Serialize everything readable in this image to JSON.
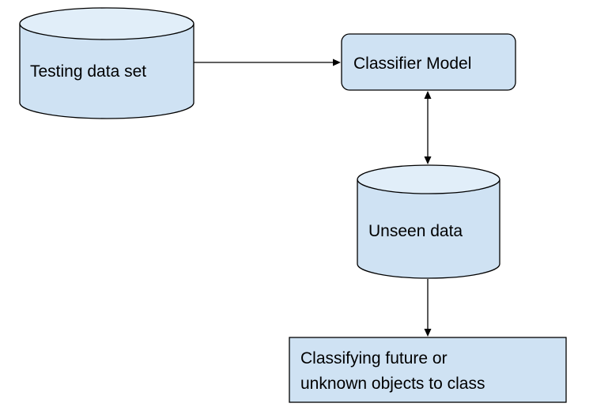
{
  "nodes": {
    "testing_data_set": "Testing data set",
    "classifier_model": "Classifier Model",
    "unseen_data": "Unseen data",
    "classifying_line1": "Classifying future or",
    "classifying_line2": "unknown objects to class"
  },
  "colors": {
    "shape_fill": "#cfe2f3",
    "cylinder_top": "#e1eef9",
    "stroke": "#000000",
    "text": "#000000"
  },
  "edges": [
    {
      "from": "Testing data set",
      "to": "Classifier Model",
      "direction": "forward"
    },
    {
      "from": "Classifier Model",
      "to": "Unseen data",
      "direction": "both"
    },
    {
      "from": "Unseen data",
      "to": "Classifying future or unknown objects to class",
      "direction": "forward"
    }
  ]
}
